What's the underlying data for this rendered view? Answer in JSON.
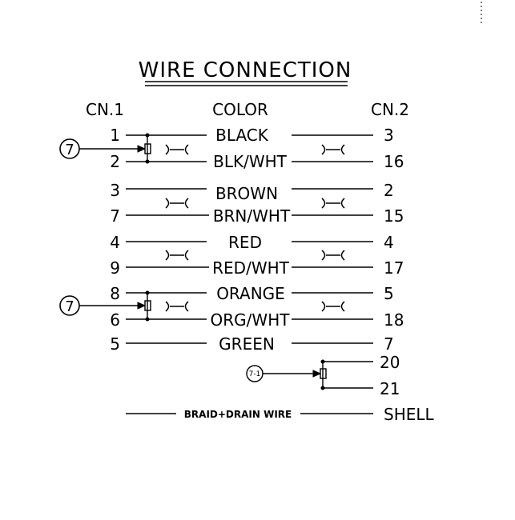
{
  "title": "WIRE CONNECTION",
  "headers": {
    "cn1": "CN.1",
    "color": "COLOR",
    "cn2": "CN.2"
  },
  "wires": [
    {
      "cn1": "1",
      "color": "BLACK",
      "cn2": "3"
    },
    {
      "cn1": "2",
      "color": "BLK/WHT",
      "cn2": "16"
    },
    {
      "cn1": "3",
      "color": "BROWN",
      "cn2": "2"
    },
    {
      "cn1": "7",
      "color": "BRN/WHT",
      "cn2": "15"
    },
    {
      "cn1": "4",
      "color": "RED",
      "cn2": "4"
    },
    {
      "cn1": "9",
      "color": "RED/WHT",
      "cn2": "17"
    },
    {
      "cn1": "8",
      "color": "ORANGE",
      "cn2": "5"
    },
    {
      "cn1": "6",
      "color": "ORG/WHT",
      "cn2": "18"
    },
    {
      "cn1": "5",
      "color": "GREEN",
      "cn2": "7"
    }
  ],
  "extra_pins": {
    "top": "20",
    "bottom": "21"
  },
  "callouts": {
    "shield_a": "7",
    "shield_b": "7",
    "shield_c": "7-1"
  },
  "braid": {
    "label": "BRAID+DRAIN WIRE",
    "end": "SHELL"
  }
}
